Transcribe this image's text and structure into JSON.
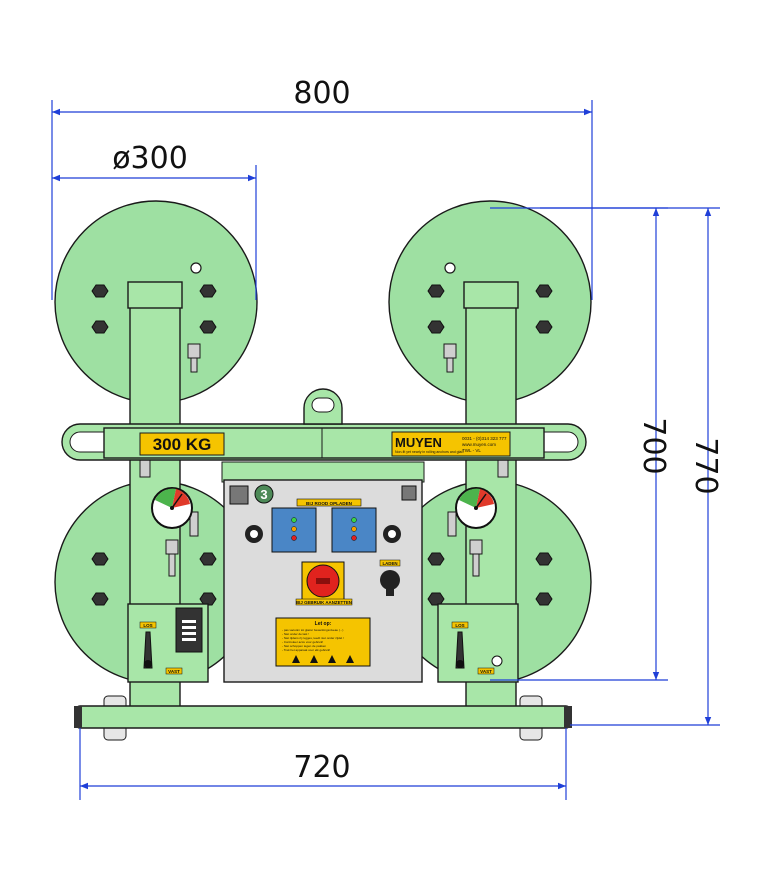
{
  "dimensions": {
    "overall_width": "800",
    "pad_diameter": "ø300",
    "pad_spacing_vertical": "700",
    "overall_height": "770",
    "frame_width": "720"
  },
  "labels": {
    "capacity": "300 KG",
    "brand": "MUYEN",
    "brand_contact_1": "0031 - (0)314 323 777",
    "brand_contact_2": "www.muyen.com",
    "brand_tagline": "Non-fit yet nearly in rolling anchors and glaß",
    "brand_code": "TWL - VL",
    "pump_number": "3",
    "indicator_title": "BIJ ROOD OPLADEN",
    "emergency_label": "BIJ GEBRUIK AANZETTEN",
    "charge_label": "LADEN",
    "warning_title": "Let op:",
    "warning_lines": [
      "- pas vacuüm tot glazer bewerkingsniveau (...)",
      "- Niet onder de last !",
      "- Niet tijdens rij rugges, teedt niet onder zijdel /",
      "- Controleer accu voor gebruik!",
      "- Niet schoppen tegen de pakken",
      "- Trek het apparaat voor elk gebruik!"
    ],
    "lever_release": "LOS",
    "lever_lock": "VAST"
  },
  "colors": {
    "frame_green": "#a8e6a8",
    "pad_green": "#9ee0a2",
    "outline": "#1a1a1a",
    "dimension_blue": "#1f3fd8",
    "label_yellow": "#f5c400",
    "panel_grey": "#dcdcdc",
    "indicator_blue": "#4a86c6",
    "emergency_red": "#e0231e"
  }
}
